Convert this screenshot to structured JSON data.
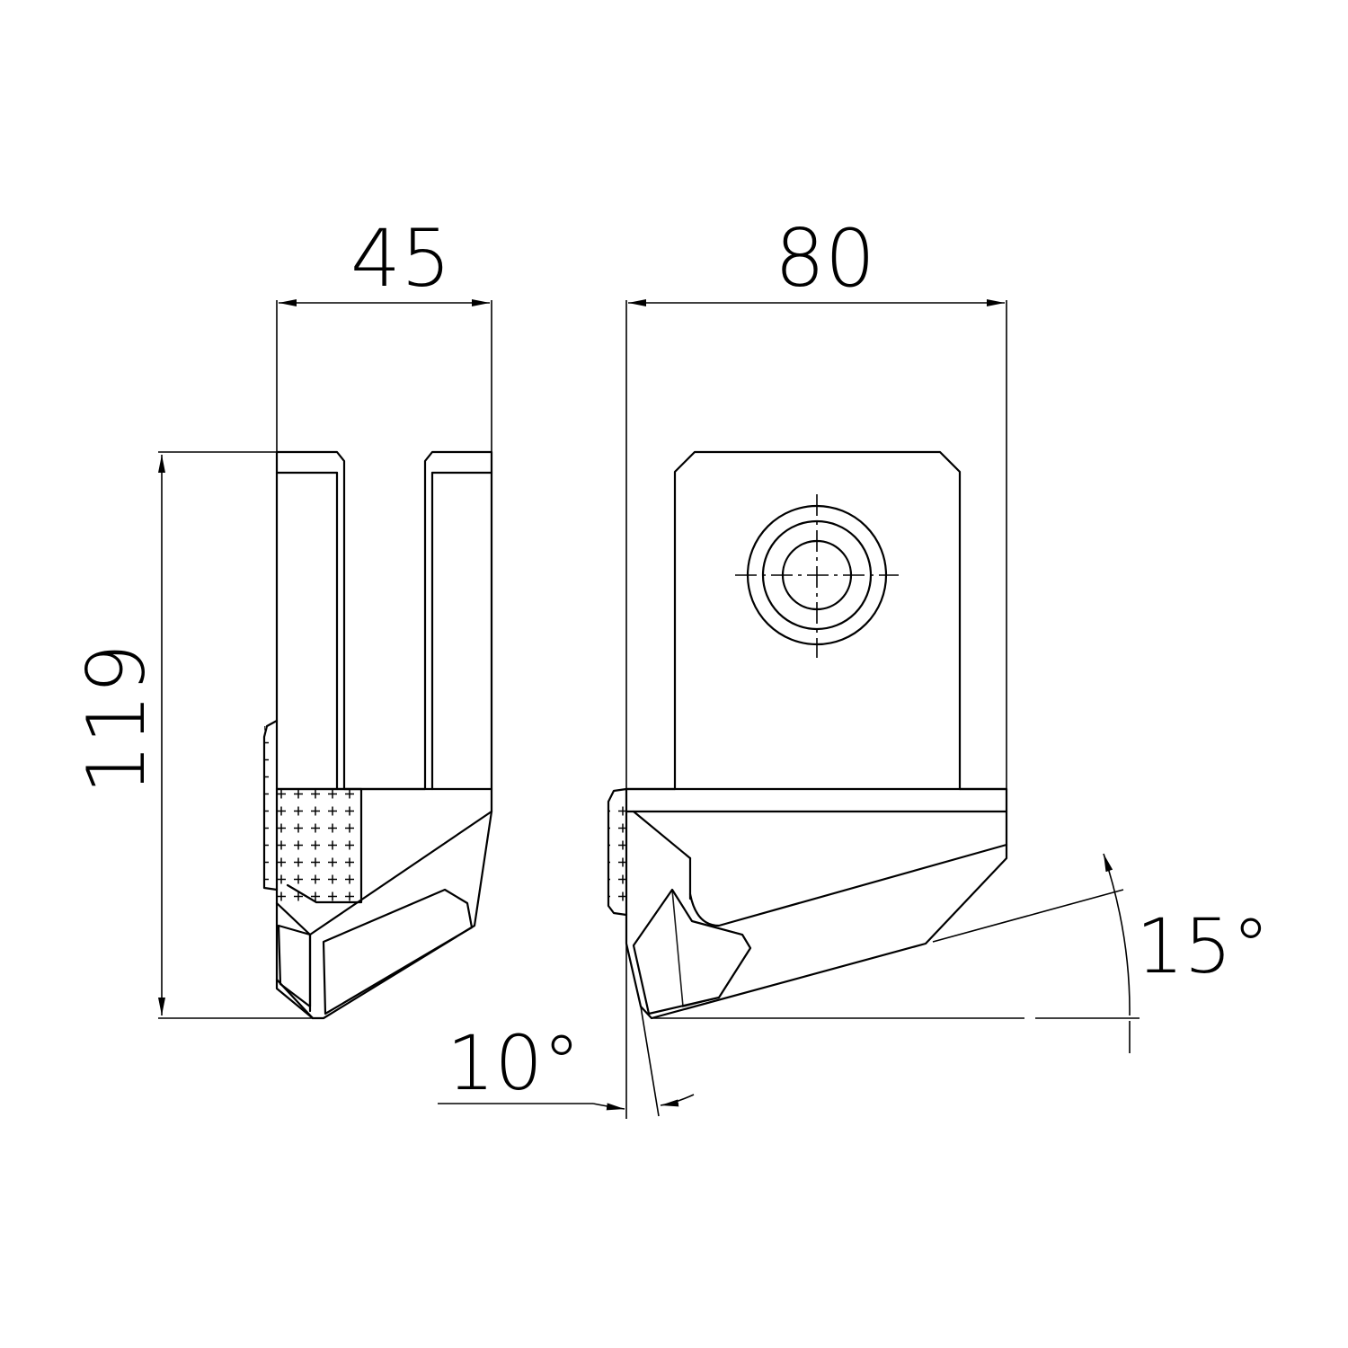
{
  "dimensions": {
    "width_side": "45",
    "width_front": "80",
    "height": "119",
    "angle_clearance": "10°",
    "angle_rake": "15°"
  },
  "colors": {
    "line": "#000000",
    "background": "#ffffff"
  }
}
